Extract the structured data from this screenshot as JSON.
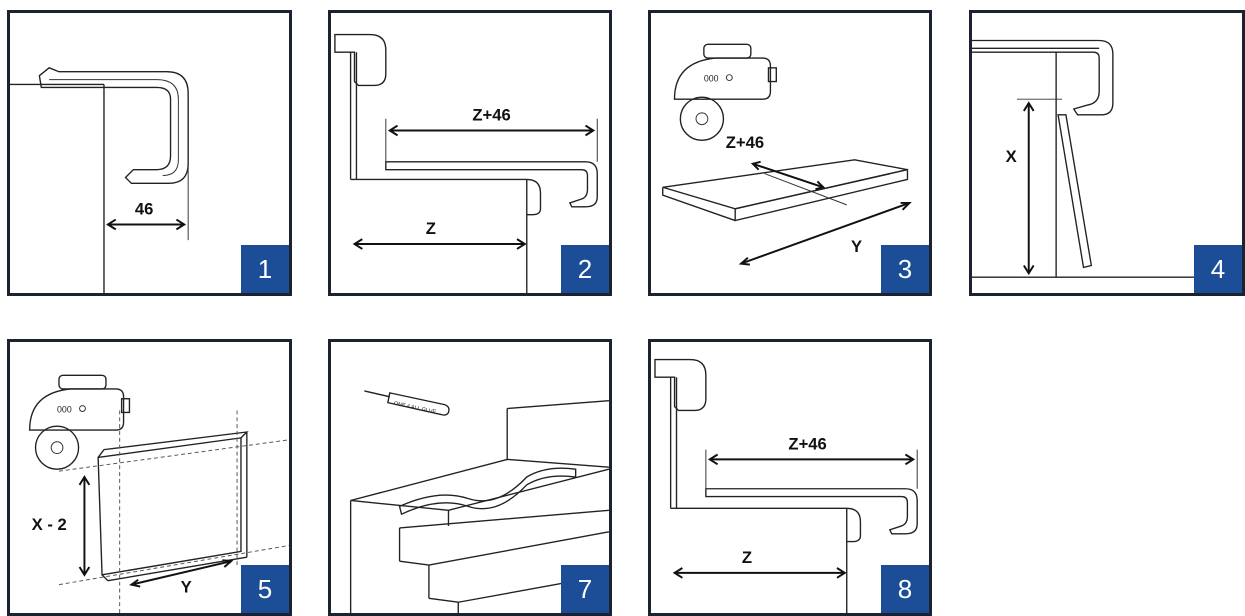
{
  "panels": [
    {
      "number": "1",
      "labels": {
        "dim": "46"
      }
    },
    {
      "number": "2",
      "labels": {
        "top": "Z+46",
        "bottom": "Z"
      }
    },
    {
      "number": "3",
      "labels": {
        "width": "Z+46",
        "length": "Y"
      }
    },
    {
      "number": "4",
      "labels": {
        "height": "X"
      }
    },
    {
      "number": "5",
      "labels": {
        "height": "X - 2",
        "length": "Y"
      }
    },
    {
      "number": "7",
      "labels": {
        "tube": "ONE 4 ALL GLUE"
      }
    },
    {
      "number": "8",
      "labels": {
        "top": "Z+46",
        "bottom": "Z"
      }
    }
  ],
  "colors": {
    "badge": "#1c4e97",
    "border": "#1b2331"
  }
}
